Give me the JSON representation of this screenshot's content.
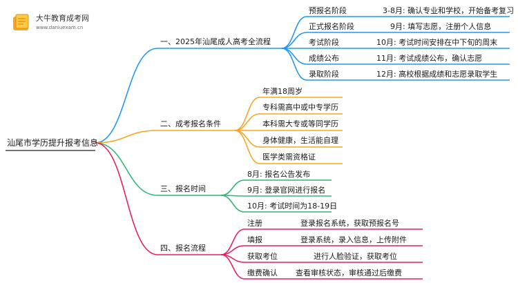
{
  "logo": {
    "name": "大牛教育成考网",
    "url": "www.daniuexam.cn"
  },
  "root": "汕尾市学历提升报考信息",
  "colors": {
    "b1": "#2196F3",
    "b2": "#F5A623",
    "b3": "#2EB872",
    "b4": "#E91E63"
  },
  "branches": [
    {
      "label": "一、2025年汕尾成人高考全流程",
      "items": [
        {
          "label": "预报名阶段",
          "detail": "3-8月: 确认专业和学校，开始备考复习"
        },
        {
          "label": "正式报名阶段",
          "detail": "9月: 填写志愿，注册个人信息"
        },
        {
          "label": "考试阶段",
          "detail": "10月: 考试时间安排在中下旬的周末"
        },
        {
          "label": "成绩公布",
          "detail": "11月: 考试成绩公布，确认志愿"
        },
        {
          "label": "录取阶段",
          "detail": "12月: 高校根据成绩和志愿录取学生"
        }
      ]
    },
    {
      "label": "二、成考报名条件",
      "items": [
        {
          "label": "年满18周岁"
        },
        {
          "label": "专科需高中或中专学历"
        },
        {
          "label": "本科需大专或等同学历"
        },
        {
          "label": "身体健康，生活能自理"
        },
        {
          "label": "医学类需资格证"
        }
      ]
    },
    {
      "label": "三、报名时间",
      "items": [
        {
          "label": "8月: 报名公告发布"
        },
        {
          "label": "9月: 登录官网进行报名"
        },
        {
          "label": "10月: 考试时间为18-19日"
        }
      ]
    },
    {
      "label": "四、报名流程",
      "items": [
        {
          "label": "注册",
          "detail": "登录报名系统，获取预报名号"
        },
        {
          "label": "填报",
          "detail": "登录系统，录入信息，上传附件"
        },
        {
          "label": "获取考位",
          "detail": "进行人脸验证，获取考位"
        },
        {
          "label": "缴费确认",
          "detail": "查看审核状态，审核通过后缴费"
        }
      ]
    }
  ]
}
